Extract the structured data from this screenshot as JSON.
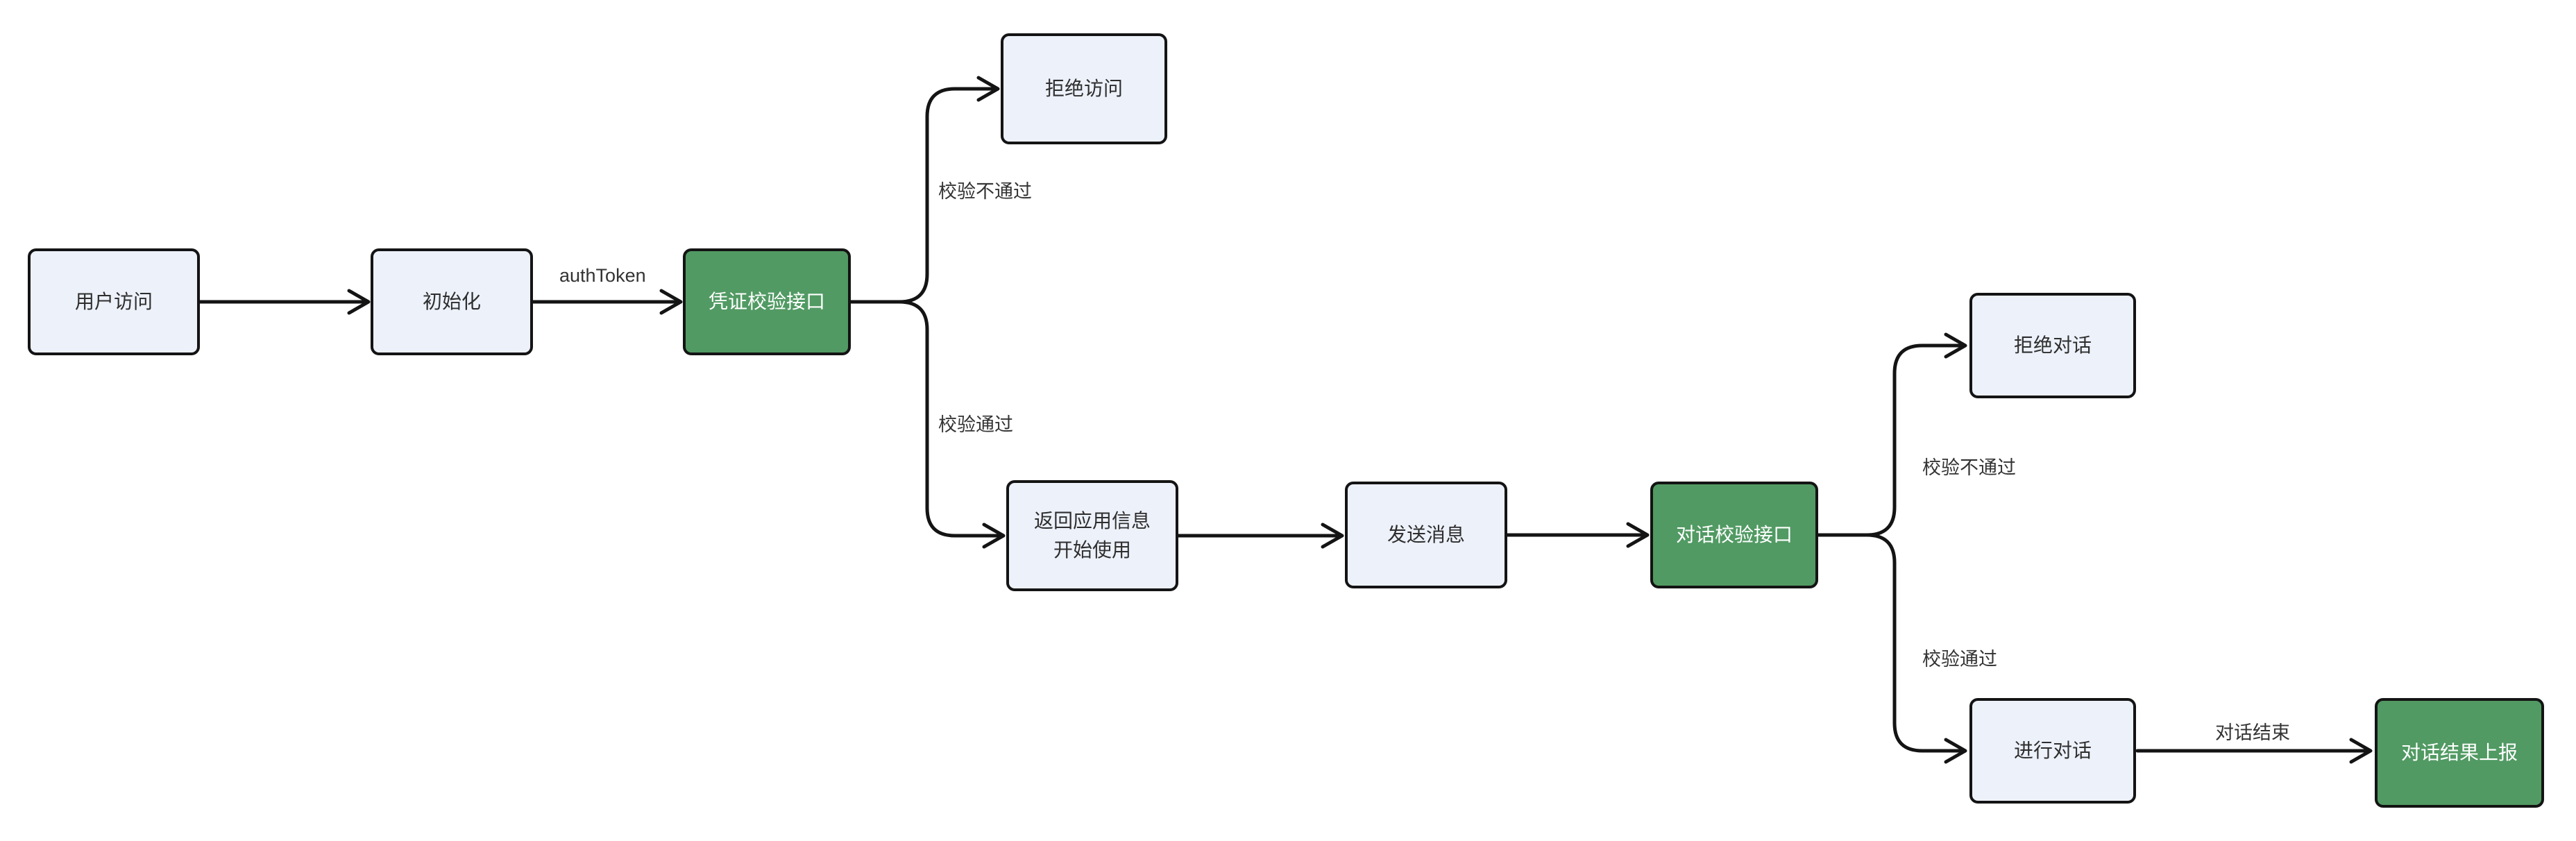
{
  "diagram": {
    "type": "flowchart",
    "background": "#ffffff",
    "colors": {
      "node_fill": "#edf1fa",
      "node_border": "#141414",
      "accent_node_fill": "#519a63",
      "accent_node_text": "#ffffff",
      "node_text": "#2e2e2e",
      "edge_line": "#141414",
      "edge_label_text": "#333333"
    },
    "nodes": [
      {
        "id": "user-access",
        "label": "用户访问",
        "variant": "light"
      },
      {
        "id": "init",
        "label": "初始化",
        "variant": "light"
      },
      {
        "id": "credential-check-api",
        "label": "凭证校验接口",
        "variant": "accent"
      },
      {
        "id": "deny-access",
        "label": "拒绝访问",
        "variant": "light"
      },
      {
        "id": "return-app-info",
        "label": "返回应用信息\n开始使用",
        "variant": "light"
      },
      {
        "id": "send-message",
        "label": "发送消息",
        "variant": "light"
      },
      {
        "id": "dialog-check-api",
        "label": "对话校验接口",
        "variant": "accent"
      },
      {
        "id": "deny-dialog",
        "label": "拒绝对话",
        "variant": "light"
      },
      {
        "id": "conduct-dialog",
        "label": "进行对话",
        "variant": "light"
      },
      {
        "id": "dialog-result-report",
        "label": "对话结果上报",
        "variant": "accent"
      }
    ],
    "edge_labels": [
      {
        "id": "auth-token",
        "label": "authToken"
      },
      {
        "id": "check-fail-1",
        "label": "校验不通过"
      },
      {
        "id": "check-pass-1",
        "label": "校验通过"
      },
      {
        "id": "check-fail-2",
        "label": "校验不通过"
      },
      {
        "id": "check-pass-2",
        "label": "校验通过"
      },
      {
        "id": "dialog-end",
        "label": "对话结束"
      }
    ],
    "edges": [
      {
        "from": "user-access",
        "to": "init",
        "label": ""
      },
      {
        "from": "init",
        "to": "credential-check-api",
        "label": "authToken"
      },
      {
        "from": "credential-check-api",
        "to": "deny-access",
        "label": "校验不通过"
      },
      {
        "from": "credential-check-api",
        "to": "return-app-info",
        "label": "校验通过"
      },
      {
        "from": "return-app-info",
        "to": "send-message",
        "label": ""
      },
      {
        "from": "send-message",
        "to": "dialog-check-api",
        "label": ""
      },
      {
        "from": "dialog-check-api",
        "to": "deny-dialog",
        "label": "校验不通过"
      },
      {
        "from": "dialog-check-api",
        "to": "conduct-dialog",
        "label": "校验通过"
      },
      {
        "from": "conduct-dialog",
        "to": "dialog-result-report",
        "label": "对话结束"
      }
    ]
  }
}
